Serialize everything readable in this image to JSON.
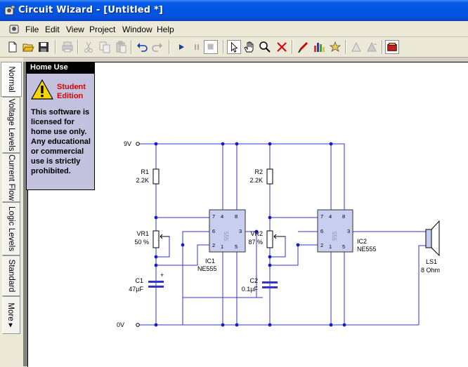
{
  "window": {
    "title": "Circuit Wizard - [Untitled *]"
  },
  "menu": [
    "File",
    "Edit",
    "View",
    "Project",
    "Window",
    "Help"
  ],
  "toolbar": {
    "buttons": [
      "new-icon",
      "open-icon",
      "save-icon",
      "print-icon",
      "cut-icon",
      "copy-icon",
      "paste-icon",
      "undo-icon",
      "redo-icon",
      "play-icon",
      "pause-icon",
      "stop-icon",
      "select-pointer-icon",
      "pan-hand-icon",
      "zoom-icon",
      "delete-icon",
      "probe-icon",
      "graph-icon",
      "parts-icon",
      "rotate-left-icon",
      "rotate-right-icon",
      "gallery-icon"
    ]
  },
  "tabs": [
    "Normal",
    "Voltage Levels",
    "Current Flow",
    "Logic Levels",
    "Standard",
    "More ▸"
  ],
  "notice": {
    "heading": "Home Use",
    "edition": "Student Edition",
    "message": "This software is licensed for home use only. Any educational or commercial use is strictly prohibited."
  },
  "schematic": {
    "rails": {
      "top": "9V",
      "bottom": "0V"
    },
    "components": {
      "r1": {
        "ref": "R1",
        "value": "2.2K"
      },
      "r2": {
        "ref": "R2",
        "value": "2.2K"
      },
      "vr1": {
        "ref": "VR1",
        "value": "50 %"
      },
      "vr2": {
        "ref": "VR2",
        "value": "87 %"
      },
      "c1": {
        "ref": "C1",
        "value": "47µF",
        "polarity": "+"
      },
      "c2": {
        "ref": "C2",
        "value": "0.1µF"
      },
      "ic1": {
        "ref": "IC1",
        "value": "NE555",
        "body": "555",
        "pins": [
          "7",
          "4",
          "8",
          "6",
          "3",
          "2",
          "1",
          "5"
        ]
      },
      "ic2": {
        "ref": "IC2",
        "value": "NE555",
        "body": "555",
        "pins": [
          "7",
          "4",
          "8",
          "6",
          "3",
          "2",
          "1",
          "5"
        ]
      },
      "ls1": {
        "ref": "LS1",
        "value": "8 Ohm"
      }
    },
    "wire_color": "#3333cc",
    "node_color": "#1a1acc"
  }
}
